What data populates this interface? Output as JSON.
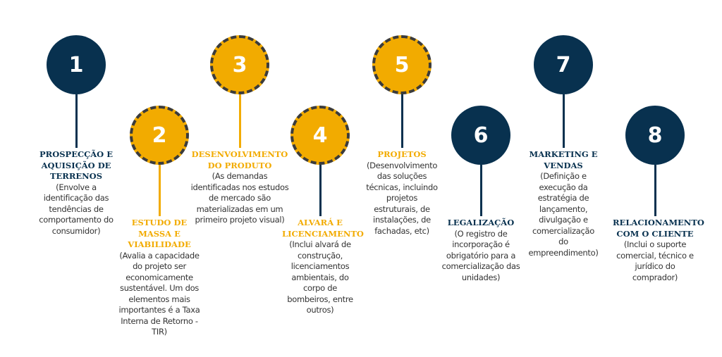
{
  "colors": {
    "navy": "#08314f",
    "gold": "#f2ab00",
    "dash": "#3b3b3b",
    "text": "#333333"
  },
  "steps": [
    {
      "number": "1",
      "title": "PROSPECÇÃO E AQUISIÇÃO DE TERRENOS",
      "description": "(Envolve a identificação das tendências de comportamento do consumidor)"
    },
    {
      "number": "2",
      "title": "ESTUDO DE MASSA E VIABILIDADE",
      "description": "(Avalia a capacidade do projeto ser economicamente sustentável. Um dos elementos mais importantes é a Taxa Interna de Retorno - TIR)"
    },
    {
      "number": "3",
      "title": "DESENVOLVIMENTO DO PRODUTO",
      "description": "(As demandas identificadas nos estudos de mercado são materializadas em um primeiro projeto visual)"
    },
    {
      "number": "4",
      "title": "ALVARÁ E LICENCIAMENTO",
      "description": "(Inclui alvará de construção, licenciamentos ambientais, do corpo de bombeiros, entre outros)"
    },
    {
      "number": "5",
      "title": "PROJETOS",
      "description": "(Desenvolvimento das soluções técnicas, incluindo projetos estruturais, de instalações, de fachadas, etc)"
    },
    {
      "number": "6",
      "title": "LEGALIZAÇÃO",
      "description": "(O registro de incorporação é obrigatório para a comercialização das unidades)"
    },
    {
      "number": "7",
      "title": "MARKETING E VENDAS",
      "description": "(Definição e execução da estratégia de lançamento, divulgação e comercialização do empreendimento)"
    },
    {
      "number": "8",
      "title": "RELACIONAMENTO COM O CLIENTE",
      "description": "(Inclui o suporte comercial, técnico e jurídico do comprador)"
    }
  ]
}
